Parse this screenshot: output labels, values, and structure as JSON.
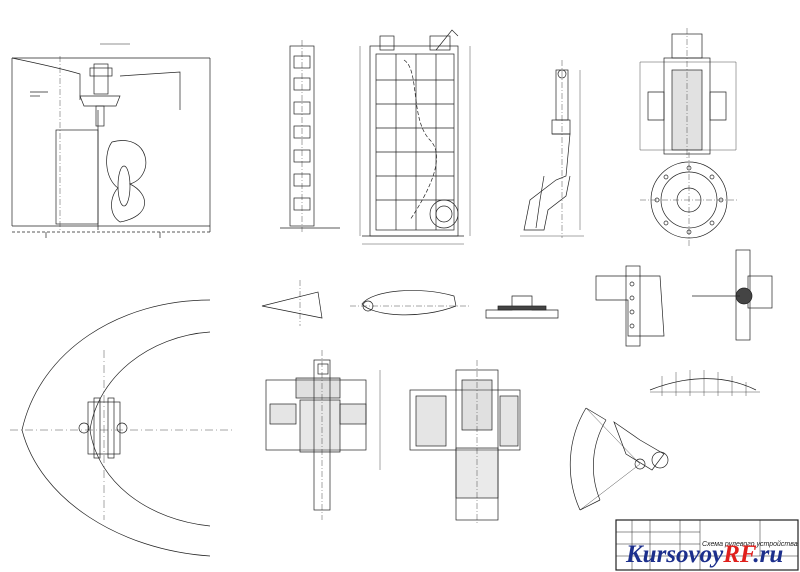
{
  "sheet": {
    "stamp_text": "Схема рулевого устройства",
    "watermark": {
      "text_main": "Kursovoy",
      "text_accent": "RF",
      "text_suffix": ".ru",
      "accent_color": "#e0201c",
      "main_color": "#1c2f8c"
    }
  },
  "views": [
    "rudder-side-view",
    "rudder-frame-view",
    "rudder-stock-view",
    "rudder-bearing-view",
    "flange-plan-view",
    "section-profiles",
    "pintle-details",
    "hull-plan-view",
    "sector-view",
    "curve-view",
    "title-block"
  ]
}
